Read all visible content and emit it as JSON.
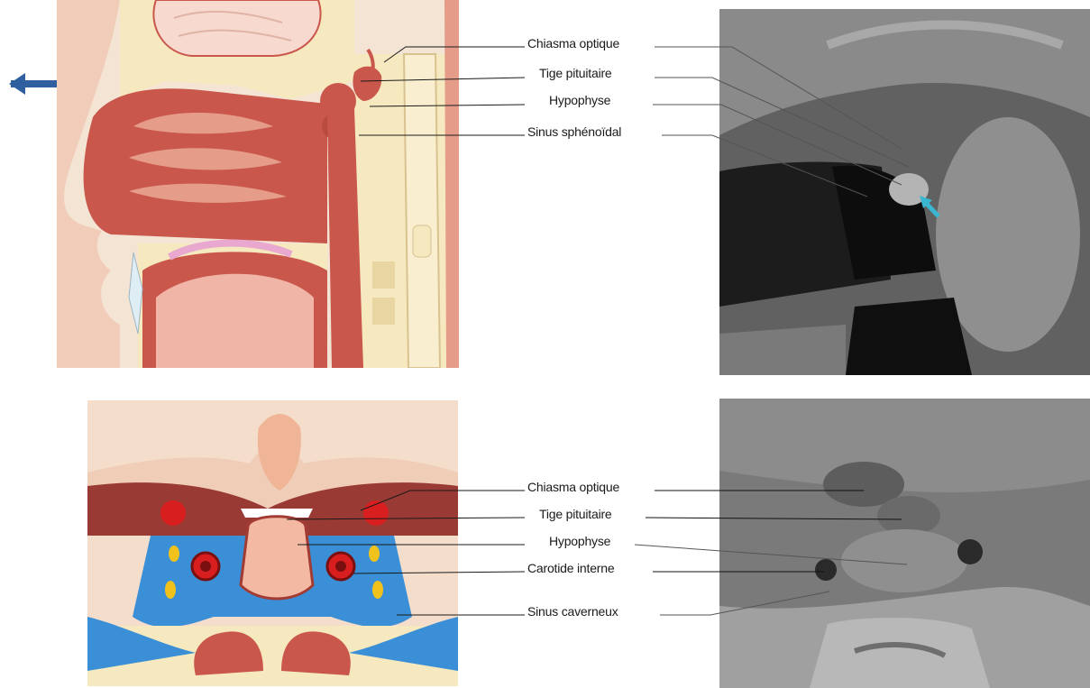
{
  "top_figure": {
    "labels": [
      "Chiasma optique",
      "Tige pituitaire",
      "Hypophyse",
      "Sinus sphénoïdal"
    ]
  },
  "bottom_figure": {
    "labels": [
      "Chiasma optique",
      "Tige pituitaire",
      "Hypophyse",
      "Carotide interne",
      "Sinus caverneux"
    ]
  },
  "orientation_icon": "corner-arrow-icon",
  "colors": {
    "tissue_red": "#c9574c",
    "tissue_pink": "#e59d8a",
    "bone_cream": "#f6e9bf",
    "venous_blue": "#3a8fd6",
    "arrow_blue": "#2f5f9e",
    "mri_pointer": "#3bb6d0"
  }
}
